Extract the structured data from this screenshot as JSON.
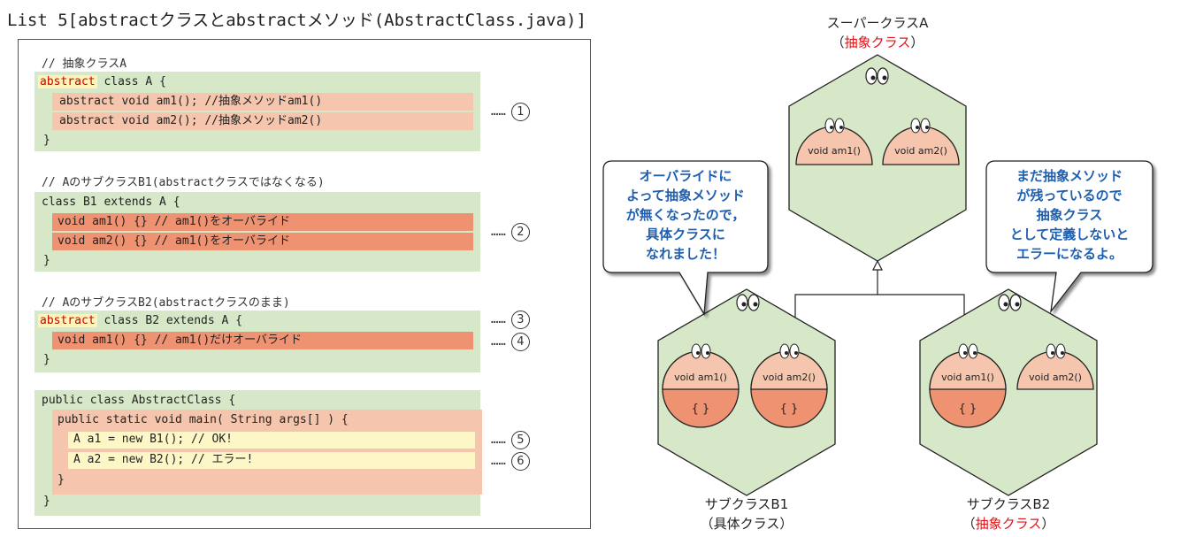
{
  "title": "List 5[abstractクラスとabstractメソッド(AbstractClass.java)]",
  "code": {
    "block1": {
      "comment": "// 抽象クラスA",
      "kw": "abstract",
      "head_rest": " class A {",
      "l1": "abstract void am1(); //抽象メソッドam1()",
      "l2": "abstract void am2(); //抽象メソッドam2()",
      "close": "}"
    },
    "block2": {
      "comment": "// AのサブクラスB1(abstractクラスではなくなる)",
      "head": "class B1 extends A {",
      "l1": "void am1() {} // am1()をオーバライド",
      "l2": "void am2() {} // am1()をオーバライド",
      "close": "}"
    },
    "block3": {
      "comment": "// AのサブクラスB2(abstractクラスのまま)",
      "kw": "abstract",
      "head_rest": " class B2 extends A {",
      "l1": "void am1() {} // am1()だけオーバライド",
      "close": "}"
    },
    "block4": {
      "head": "public class AbstractClass {",
      "l1": "public static void main( String args[] ) {",
      "l2": "A a1 = new B1(); // OK!",
      "l3": "A a2 = new B2(); // エラー!",
      "close_inner": "}",
      "close": "}"
    }
  },
  "markers": {
    "dots": "……",
    "m1": "1",
    "m2": "2",
    "m3": "3",
    "m4": "4",
    "m5": "5",
    "m6": "6"
  },
  "diagram": {
    "super_label": "スーパークラスA",
    "super_sub": "抽象クラス",
    "method1": "void am1()",
    "method2": "void am2()",
    "body": "{ }",
    "b1_label": "サブクラスB1",
    "b1_sub": "具体クラス",
    "b2_label": "サブクラスB2",
    "b2_sub": "抽象クラス",
    "bubble_left": [
      "オーバライドに",
      "よって抽象メソッド",
      "が無くなったので，",
      "具体クラスに",
      "なれました！"
    ],
    "bubble_right": [
      "まだ抽象メソッド",
      "が残っているので",
      "抽象クラス",
      "として定義しないと",
      "エラーになるよ。"
    ]
  },
  "colors": {
    "hex_fill": "#d6e8c8",
    "method_top": "#f5c6ad",
    "method_body": "#ef9272",
    "accent_red": "#e0161a",
    "bubble_text": "#1f5fb0"
  }
}
